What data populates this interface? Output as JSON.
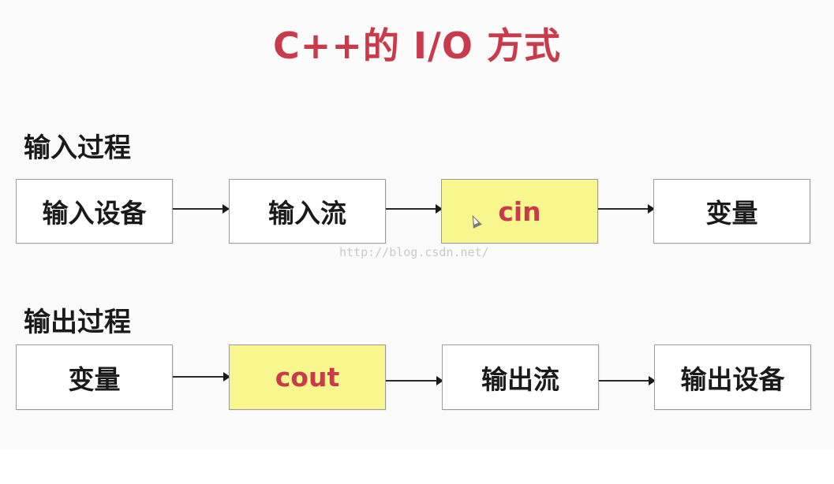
{
  "title": "C++的 I/O 方式",
  "input_process": {
    "label": "输入过程",
    "nodes": [
      {
        "label": "输入设备",
        "highlight": false
      },
      {
        "label": "输入流",
        "highlight": false
      },
      {
        "label": "cin",
        "highlight": true
      },
      {
        "label": "变量",
        "highlight": false
      }
    ]
  },
  "output_process": {
    "label": "输出过程",
    "nodes": [
      {
        "label": "变量",
        "highlight": false
      },
      {
        "label": "cout",
        "highlight": true
      },
      {
        "label": "输出流",
        "highlight": false
      },
      {
        "label": "输出设备",
        "highlight": false
      }
    ]
  },
  "watermark": "http://blog.csdn.net/",
  "colors": {
    "title": "#c93a4b",
    "highlight_fill": "#f7f78e",
    "highlight_text": "#c93a4b",
    "node_border": "#9c9c9c"
  }
}
